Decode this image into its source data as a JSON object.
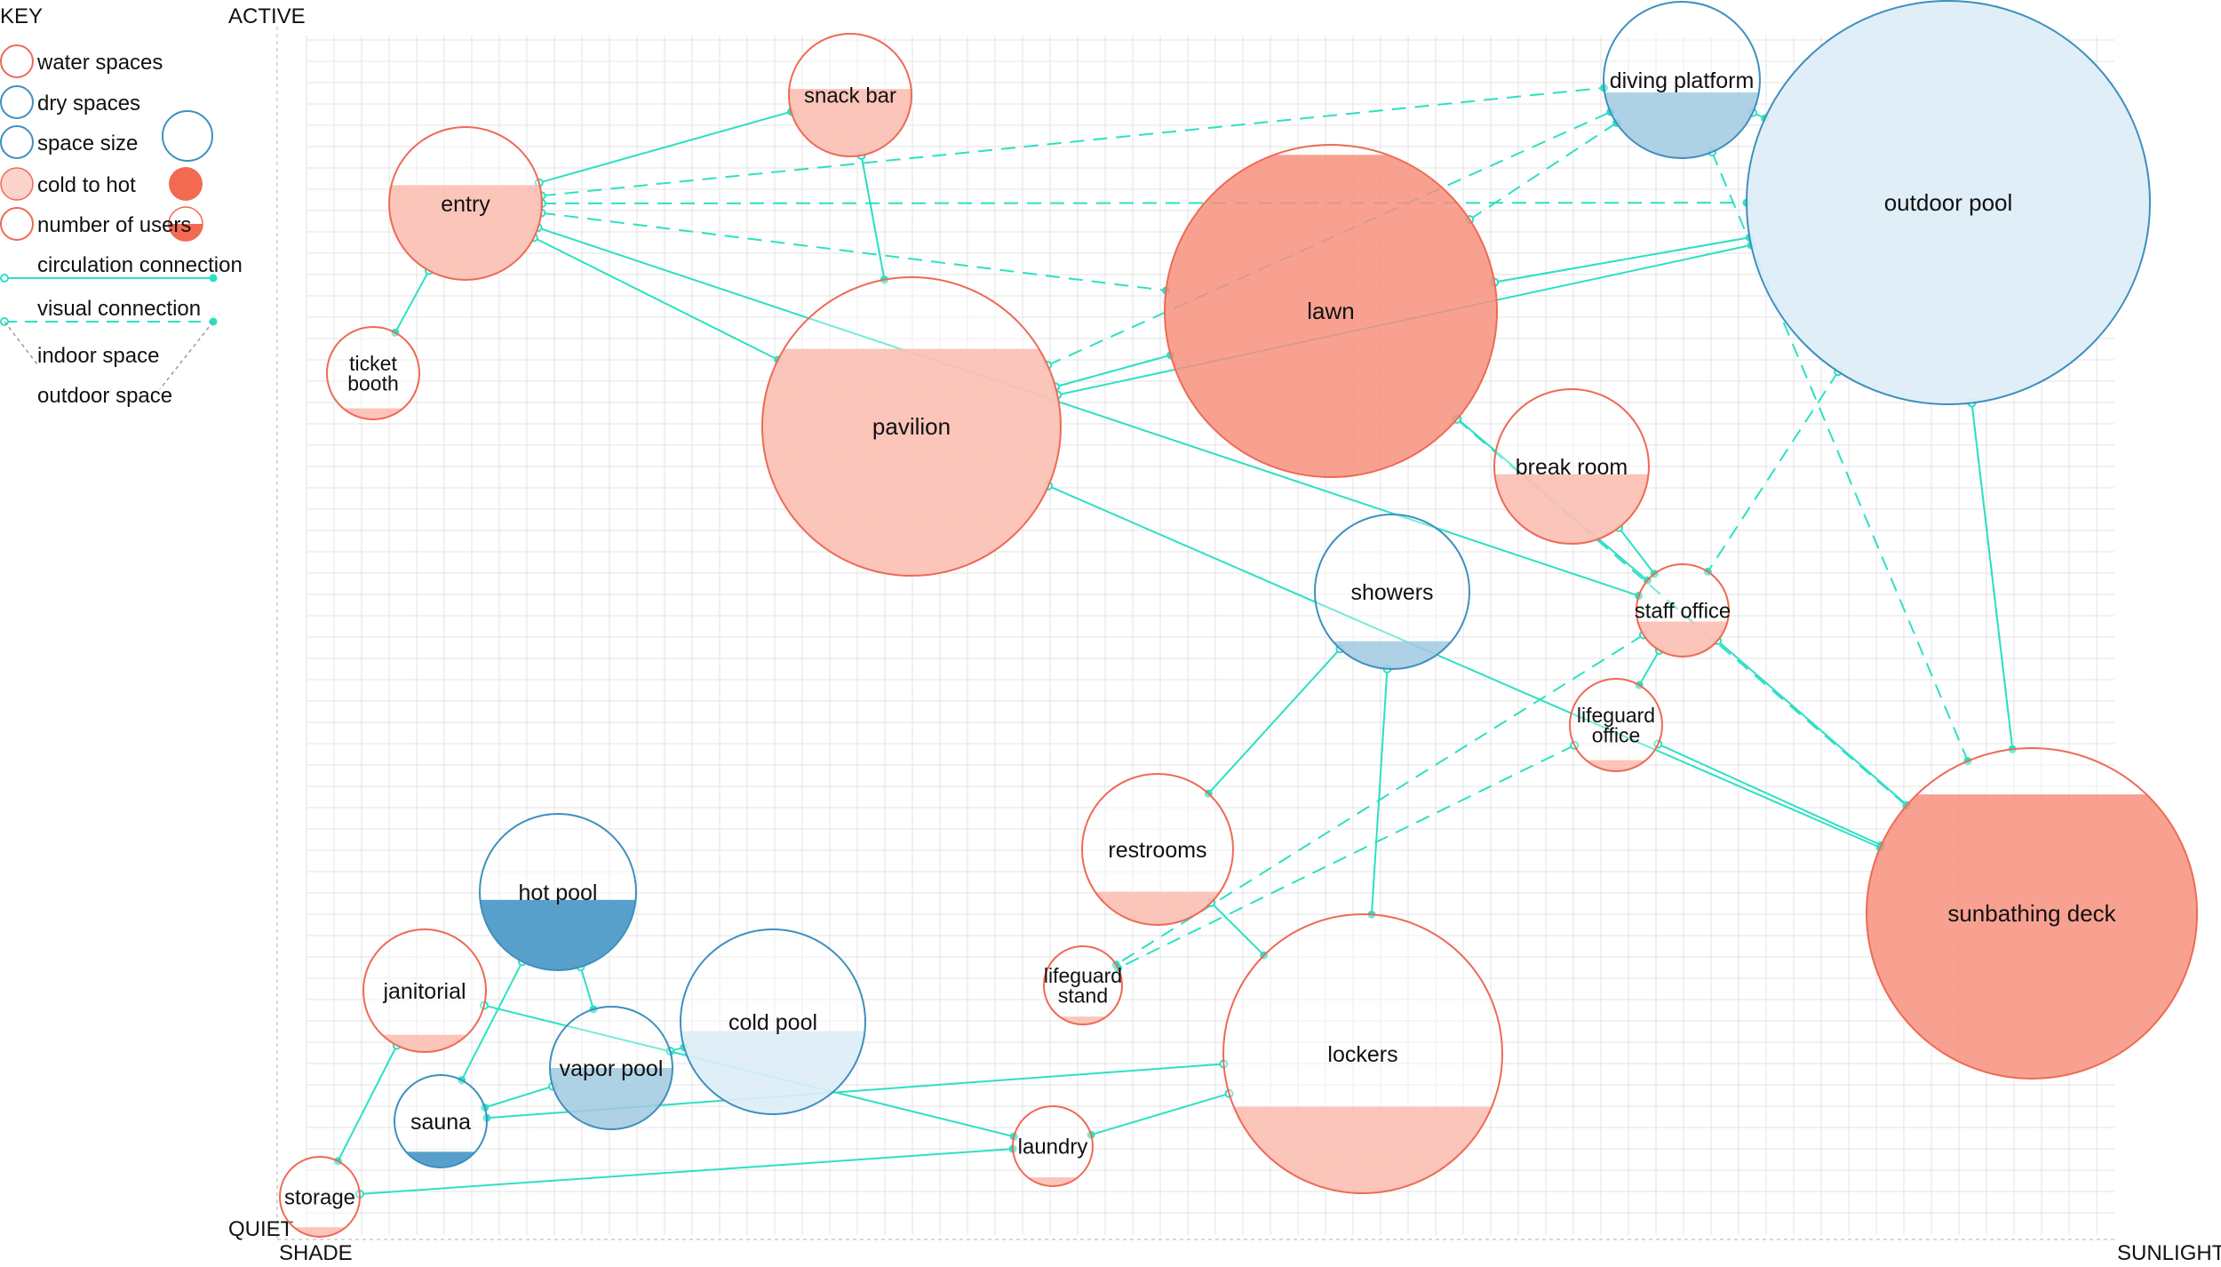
{
  "axes": {
    "y_top": "ACTIVE",
    "y_bottom": "QUIET",
    "x_left": "SHADE",
    "x_right": "SUNLIGHT"
  },
  "key": {
    "title": "KEY",
    "items": [
      "water spaces",
      "dry spaces",
      "space size",
      "cold to hot",
      "number of users",
      "circulation connection",
      "visual connection",
      "indoor space",
      "outdoor space"
    ]
  },
  "colors": {
    "water": "#ee6a55",
    "dry": "#3f8fbf",
    "connection": "#2de0c4",
    "grid": "#dddddd"
  },
  "spaces": [
    {
      "id": "entry",
      "label": [
        "entry"
      ],
      "type": "water",
      "fill_level": 0.62,
      "heat": "light"
    },
    {
      "id": "ticket-booth",
      "label": [
        "ticket",
        "booth"
      ],
      "type": "water",
      "fill_level": 0.12,
      "heat": "light"
    },
    {
      "id": "snack-bar",
      "label": [
        "snack bar"
      ],
      "type": "water",
      "fill_level": 0.55,
      "heat": "light"
    },
    {
      "id": "pavilion",
      "label": [
        "pavilion"
      ],
      "type": "water",
      "fill_level": 0.76,
      "heat": "light"
    },
    {
      "id": "lawn",
      "label": [
        "lawn"
      ],
      "type": "water",
      "fill_level": 0.97,
      "heat": "hot"
    },
    {
      "id": "diving-platform",
      "label": [
        "diving platform"
      ],
      "type": "dry",
      "fill_level": 0.42,
      "heat": "medium"
    },
    {
      "id": "outdoor-pool",
      "label": [
        "outdoor pool"
      ],
      "type": "dry",
      "fill_level": 1.0,
      "heat": "pale"
    },
    {
      "id": "break-room",
      "label": [
        "break room"
      ],
      "type": "water",
      "fill_level": 0.45,
      "heat": "light"
    },
    {
      "id": "showers",
      "label": [
        "showers"
      ],
      "type": "dry",
      "fill_level": 0.18,
      "heat": "medium"
    },
    {
      "id": "staff-office",
      "label": [
        "staff office"
      ],
      "type": "water",
      "fill_level": 0.38,
      "heat": "light"
    },
    {
      "id": "lifeguard-office",
      "label": [
        "lifeguard",
        "office"
      ],
      "type": "water",
      "fill_level": 0.12,
      "heat": "light"
    },
    {
      "id": "sunbathing-deck",
      "label": [
        "sunbathing deck"
      ],
      "type": "water",
      "fill_level": 0.86,
      "heat": "hot"
    },
    {
      "id": "restrooms",
      "label": [
        "restrooms"
      ],
      "type": "water",
      "fill_level": 0.22,
      "heat": "light"
    },
    {
      "id": "lifeguard-stand",
      "label": [
        "lifeguard",
        "stand"
      ],
      "type": "water",
      "fill_level": 0.1,
      "heat": "light"
    },
    {
      "id": "lockers",
      "label": [
        "lockers"
      ],
      "type": "water",
      "fill_level": 0.31,
      "heat": "light"
    },
    {
      "id": "hot-pool",
      "label": [
        "hot pool"
      ],
      "type": "dry",
      "fill_level": 0.45,
      "heat": "hot"
    },
    {
      "id": "janitorial",
      "label": [
        "janitorial"
      ],
      "type": "water",
      "fill_level": 0.14,
      "heat": "light"
    },
    {
      "id": "vapor-pool",
      "label": [
        "vapor pool"
      ],
      "type": "dry",
      "fill_level": 0.5,
      "heat": "medium"
    },
    {
      "id": "cold-pool",
      "label": [
        "cold pool"
      ],
      "type": "dry",
      "fill_level": 0.45,
      "heat": "pale"
    },
    {
      "id": "sauna",
      "label": [
        "sauna"
      ],
      "type": "dry",
      "fill_level": 0.17,
      "heat": "hot"
    },
    {
      "id": "laundry",
      "label": [
        "laundry"
      ],
      "type": "water",
      "fill_level": 0.11,
      "heat": "light"
    },
    {
      "id": "storage",
      "label": [
        "storage"
      ],
      "type": "water",
      "fill_level": 0.12,
      "heat": "light"
    }
  ],
  "connections": [
    {
      "from": "entry",
      "to": "snack-bar",
      "kind": "circulation"
    },
    {
      "from": "entry",
      "to": "ticket-booth",
      "kind": "circulation"
    },
    {
      "from": "entry",
      "to": "pavilion",
      "kind": "circulation"
    },
    {
      "from": "entry",
      "to": "lawn",
      "kind": "visual"
    },
    {
      "from": "entry",
      "to": "outdoor-pool",
      "kind": "visual"
    },
    {
      "from": "entry",
      "to": "diving-platform",
      "kind": "visual"
    },
    {
      "from": "entry",
      "to": "staff-office",
      "kind": "circulation"
    },
    {
      "from": "snack-bar",
      "to": "pavilion",
      "kind": "visual"
    },
    {
      "from": "snack-bar",
      "to": "pavilion",
      "kind": "circulation"
    },
    {
      "from": "pavilion",
      "to": "lawn",
      "kind": "circulation"
    },
    {
      "from": "pavilion",
      "to": "outdoor-pool",
      "kind": "circulation"
    },
    {
      "from": "pavilion",
      "to": "diving-platform",
      "kind": "visual"
    },
    {
      "from": "pavilion",
      "to": "lawn",
      "kind": "visual"
    },
    {
      "from": "pavilion",
      "to": "sunbathing-deck",
      "kind": "circulation"
    },
    {
      "from": "lawn",
      "to": "outdoor-pool",
      "kind": "circulation"
    },
    {
      "from": "lawn",
      "to": "outdoor-pool",
      "kind": "visual"
    },
    {
      "from": "lawn",
      "to": "diving-platform",
      "kind": "visual"
    },
    {
      "from": "lawn",
      "to": "staff-office",
      "kind": "circulation"
    },
    {
      "from": "lawn",
      "to": "sunbathing-deck",
      "kind": "visual"
    },
    {
      "from": "diving-platform",
      "to": "outdoor-pool",
      "kind": "circulation"
    },
    {
      "from": "diving-platform",
      "to": "sunbathing-deck",
      "kind": "visual"
    },
    {
      "from": "outdoor-pool",
      "to": "sunbathing-deck",
      "kind": "circulation"
    },
    {
      "from": "outdoor-pool",
      "to": "sunbathing-deck",
      "kind": "visual"
    },
    {
      "from": "outdoor-pool",
      "to": "staff-office",
      "kind": "visual"
    },
    {
      "from": "break-room",
      "to": "staff-office",
      "kind": "circulation"
    },
    {
      "from": "staff-office",
      "to": "lifeguard-office",
      "kind": "circulation"
    },
    {
      "from": "staff-office",
      "to": "lifeguard-stand",
      "kind": "visual"
    },
    {
      "from": "staff-office",
      "to": "sunbathing-deck",
      "kind": "circulation"
    },
    {
      "from": "lifeguard-office",
      "to": "lifeguard-stand",
      "kind": "visual"
    },
    {
      "from": "lifeguard-office",
      "to": "sunbathing-deck",
      "kind": "circulation"
    },
    {
      "from": "showers",
      "to": "restrooms",
      "kind": "circulation"
    },
    {
      "from": "showers",
      "to": "lockers",
      "kind": "circulation"
    },
    {
      "from": "restrooms",
      "to": "lockers",
      "kind": "circulation"
    },
    {
      "from": "lockers",
      "to": "sauna",
      "kind": "circulation"
    },
    {
      "from": "lockers",
      "to": "laundry",
      "kind": "circulation"
    },
    {
      "from": "hot-pool",
      "to": "vapor-pool",
      "kind": "circulation"
    },
    {
      "from": "hot-pool",
      "to": "sauna",
      "kind": "circulation"
    },
    {
      "from": "vapor-pool",
      "to": "cold-pool",
      "kind": "circulation"
    },
    {
      "from": "vapor-pool",
      "to": "sauna",
      "kind": "circulation"
    },
    {
      "from": "janitorial",
      "to": "storage",
      "kind": "circulation"
    },
    {
      "from": "janitorial",
      "to": "laundry",
      "kind": "circulation"
    },
    {
      "from": "storage",
      "to": "laundry",
      "kind": "circulation"
    }
  ]
}
